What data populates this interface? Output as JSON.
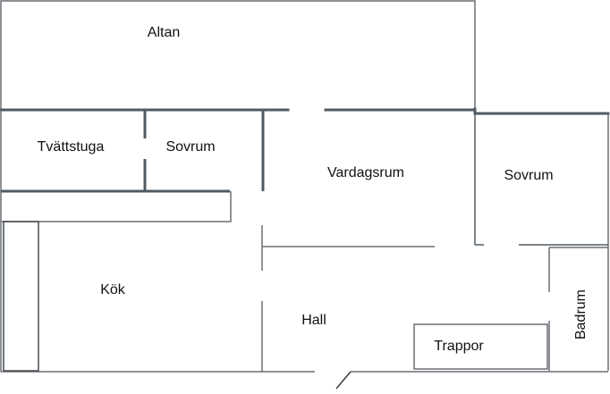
{
  "floorplan": {
    "rooms": {
      "altan": "Altan",
      "tvattstuga": "Tvättstuga",
      "sovrum_left": "Sovrum",
      "vardagsrum": "Vardagsrum",
      "sovrum_right": "Sovrum",
      "kok": "Kök",
      "hall": "Hall",
      "trappor": "Trappor",
      "badrum": "Badrum"
    },
    "colors": {
      "wall": "#505a62",
      "thin_line": "#6a6f74",
      "text": "#111111"
    }
  }
}
